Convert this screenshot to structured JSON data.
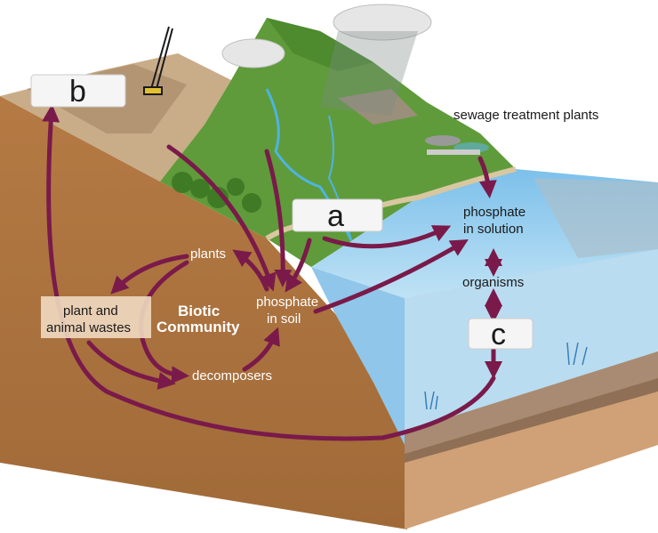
{
  "labels": {
    "sewage": "sewage treatment plants",
    "phosphate_solution_1": "phosphate",
    "phosphate_solution_2": "in solution",
    "organisms": "organisms",
    "plants": "plants",
    "phosphate_soil_1": "phosphate",
    "phosphate_soil_2": "in soil",
    "biotic_1": "Biotic",
    "biotic_2": "Community",
    "wastes_1": "plant and",
    "wastes_2": "animal wastes",
    "decomposers": "decomposers"
  },
  "boxes": {
    "a": "a",
    "b": "b",
    "c": "c"
  },
  "colors": {
    "arrow": "#7a1a4a",
    "soil": "#a8703f",
    "grass": "#5f9b3a",
    "water": "#9dd0ee",
    "deep_water": "#6fb3e0"
  }
}
